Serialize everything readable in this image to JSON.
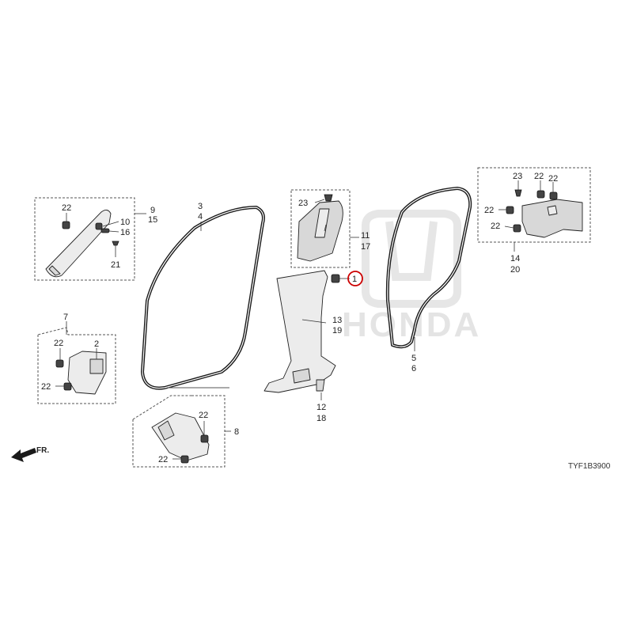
{
  "diagram": {
    "watermark_text": "HONDA",
    "diagram_code": "TYF1B3900",
    "front_indicator": "FR.",
    "highlight_color": "#cc0000",
    "callouts": {
      "c3": "3",
      "c4": "4",
      "c5": "5",
      "c6": "6",
      "c9": "9",
      "c15": "15",
      "c10": "10",
      "c16": "16",
      "c21": "21",
      "c22a": "22",
      "c7": "7",
      "c2": "2",
      "c22b": "22",
      "c22c": "22",
      "c8": "8",
      "c22d": "22",
      "c22e": "22",
      "c23a": "23",
      "c11": "11",
      "c17": "17",
      "c1": "1",
      "c13": "13",
      "c19": "19",
      "c12": "12",
      "c18": "18",
      "c23b": "23",
      "c22f": "22",
      "c22g": "22",
      "c22h": "22",
      "c22i": "22",
      "c14": "14",
      "c20": "20"
    }
  }
}
